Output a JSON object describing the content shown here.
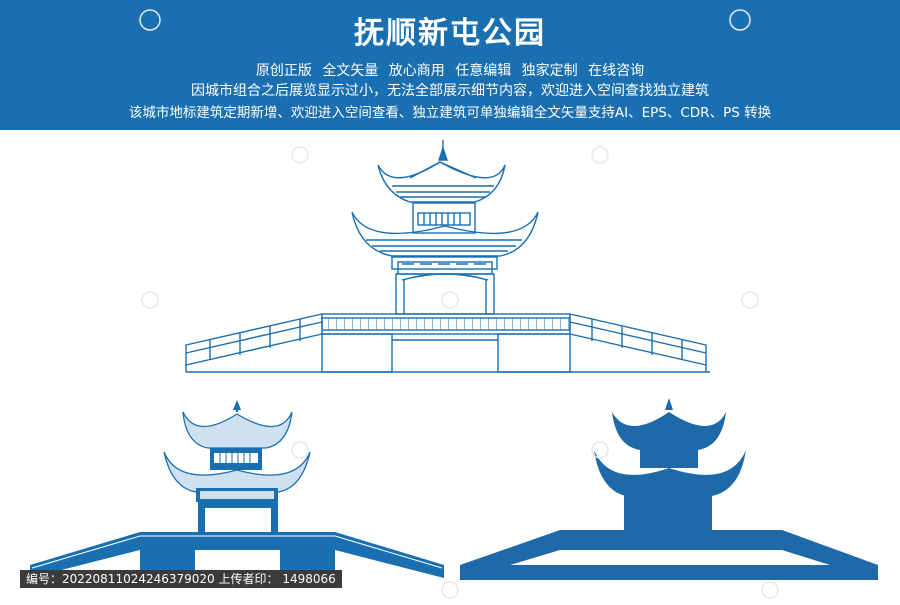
{
  "header": {
    "title": "抚顺新屯公园",
    "line1": "原创正版  全文矢量  放心商用  任意编辑  独家定制  在线咨询",
    "line2": "因城市组合之后展览显示过小，无法全部展示细节内容，欢迎进入空间查找独立建筑",
    "line3": "该城市地标建筑定期新增、欢迎进入空间查看、独立建筑可单独编辑全文矢量支持AI、EPS、CDR、PS 转换"
  },
  "footer": {
    "text": "编号：20220811024246379020 上传者印： 1498066"
  },
  "colors": {
    "banner": "#1a6fb0",
    "line_art": "#1a6fb0",
    "silhouette": "#1e6aa8",
    "background": "#ffffff"
  },
  "watermark": {
    "icon": "huitu-logo-icon"
  }
}
